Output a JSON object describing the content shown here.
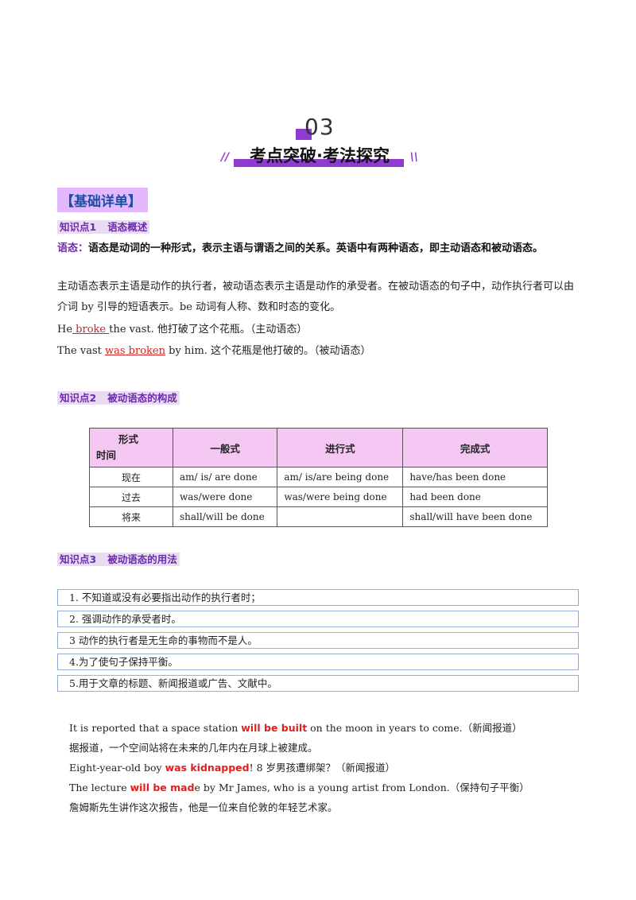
{
  "header": {
    "number": "03",
    "title": "考点突破·考法探究",
    "left_mark": "//",
    "right_mark": "\\\\"
  },
  "section_title": "【基础详单】",
  "kp1": {
    "label": "知识点1",
    "title": "语态概述"
  },
  "definition": {
    "lead": "语态：",
    "text": "语态是动词的一种形式，表示主语与谓语之间的关系。英语中有两种语态，即主动语态和被动语态。"
  },
  "explanation": "主动语态表示主语是动作的执行者，被动语态表示主语是动作的承受者。在被动语态的句子中，动作执行者可以由介词 by 引导的短语表示。be 动词有人称、数和时态的变化。",
  "example1": {
    "pre": "He",
    "highlight": " broke ",
    "post": "the vast.  他打破了这个花瓶。（主动语态）"
  },
  "example2": {
    "pre": "The  vast  ",
    "highlight": "was  broken",
    "post": "  by  him.  这个花瓶是他打破的。（被动语态）"
  },
  "kp2": {
    "label": "知识点2",
    "title": "被动语态的构成"
  },
  "table": {
    "corner_top": "形式",
    "corner_bottom": "时间",
    "headers": [
      "一般式",
      "进行式",
      "完成式"
    ],
    "rows": [
      {
        "label": "现在",
        "cells": [
          "am/ is/ are done",
          "am/ is/are being done",
          "have/has been done"
        ]
      },
      {
        "label": "过去",
        "cells": [
          "was/were  done",
          "was/were being done",
          "had been done"
        ]
      },
      {
        "label": "将来",
        "cells": [
          "shall/will  be done",
          "",
          "shall/will have  been done"
        ]
      }
    ]
  },
  "kp3": {
    "label": "知识点3",
    "title": "被动语态的用法"
  },
  "usages": [
    "1.  不知道或没有必要指出动作的执行者时；",
    "2.  强调动作的承受者时。",
    "3 动作的执行者是无生命的事物而不是人。",
    "4.为了使句子保持平衡。",
    "5.用于文章的标题、新闻报道或广告、文献中。"
  ],
  "examples": {
    "e1_pre": "It is reported that a space station  ",
    "e1_red": "will be built",
    "e1_post": "  on the moon in years to come.（新闻报道）",
    "e1_cn": "据报道，一个空间站将在未来的几年内在月球上被建成。",
    "e2_pre": "Eight-year-old  boy  ",
    "e2_red": "was  kidnapped",
    "e2_post": "!  8 岁男孩遭绑架？（新闻报道）",
    "e3_pre": "The  lecture  ",
    "e3_red": "will  be  mad",
    "e3_post": "e  by  Mr  James,  who  is  a  young  artist  from  London.（保持句子平衡）",
    "e3_cn": "詹姆斯先生讲作这次报告，他是一位来自伦敦的年轻艺术家。"
  }
}
